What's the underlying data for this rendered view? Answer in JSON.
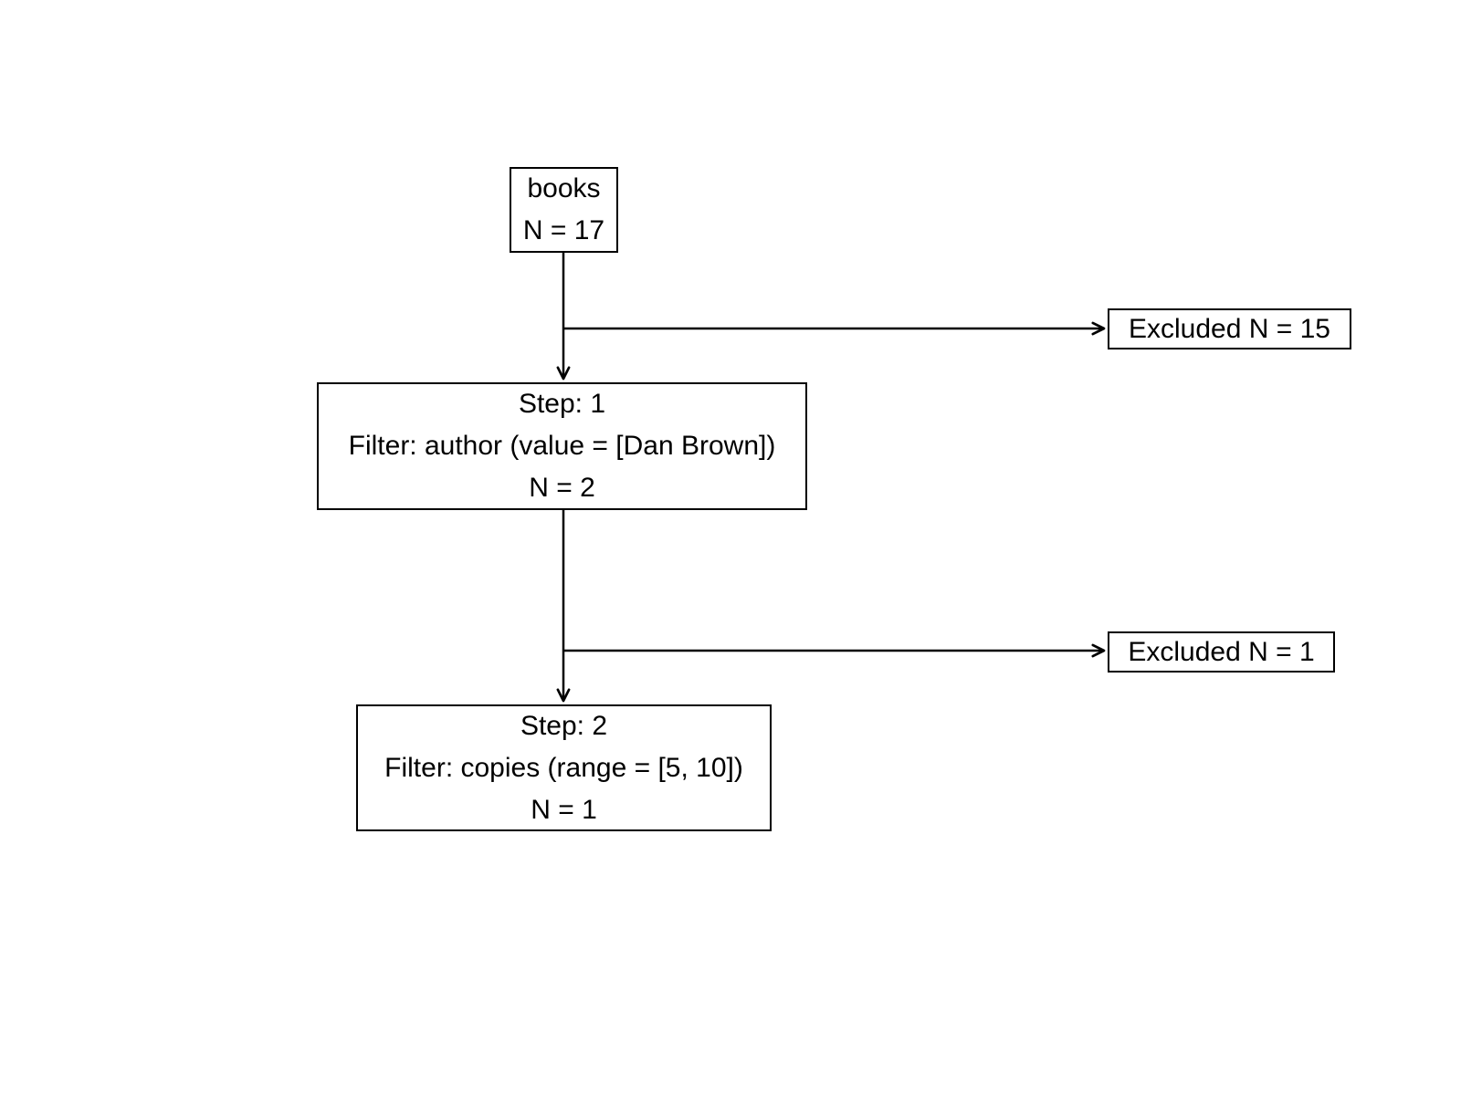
{
  "diagram": {
    "type": "filter-flowchart",
    "background_color": "#ffffff",
    "line_color": "#000000",
    "text_color": "#000000",
    "nodes": {
      "books": {
        "lines": [
          "books",
          "N = 17"
        ]
      },
      "step1": {
        "lines": [
          "Step: 1",
          "Filter: author (value = [Dan Brown])",
          "N = 2"
        ]
      },
      "excluded1": {
        "label": "Excluded N = 15"
      },
      "step2": {
        "lines": [
          "Step: 2",
          "Filter: copies (range = [5, 10])",
          "N = 1"
        ]
      },
      "excluded2": {
        "label": "Excluded N = 1"
      }
    },
    "flow": {
      "source": "books",
      "initial_n": 17,
      "steps": [
        {
          "step": 1,
          "filter": "author",
          "criteria": "value = [Dan Brown]",
          "remaining_n": 2,
          "excluded_n": 15
        },
        {
          "step": 2,
          "filter": "copies",
          "criteria": "range = [5, 10]",
          "remaining_n": 1,
          "excluded_n": 1
        }
      ]
    }
  }
}
